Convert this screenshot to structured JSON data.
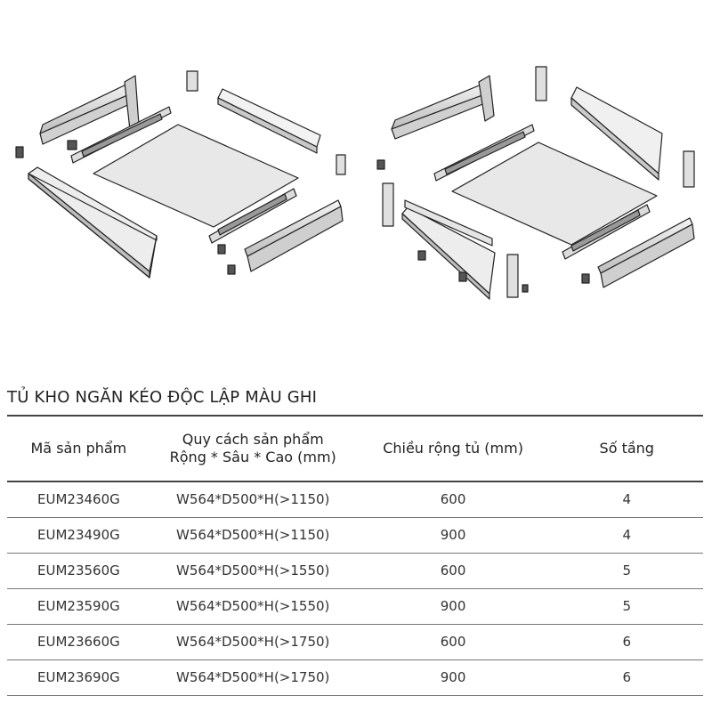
{
  "title": "TỦ KHO NGĂN KÉO ĐỘC LẬP MÀU GHI",
  "table": {
    "headers": {
      "code": "Mã sản phẩm",
      "spec_line1": "Quy cách sản phẩm",
      "spec_line2": "Rộng * Sâu * Cao (mm)",
      "width": "Chiều rộng tủ (mm)",
      "tiers": "Số tầng"
    },
    "rows": [
      {
        "code": "EUM23460G",
        "spec": "W564*D500*H(>1150)",
        "width": "600",
        "tiers": "4"
      },
      {
        "code": "EUM23490G",
        "spec": "W564*D500*H(>1150)",
        "width": "900",
        "tiers": "4"
      },
      {
        "code": "EUM23560G",
        "spec": "W564*D500*H(>1550)",
        "width": "600",
        "tiers": "5"
      },
      {
        "code": "EUM23590G",
        "spec": "W564*D500*H(>1550)",
        "width": "900",
        "tiers": "5"
      },
      {
        "code": "EUM23660G",
        "spec": "W564*D500*H(>1750)",
        "width": "600",
        "tiers": "6"
      },
      {
        "code": "EUM23690G",
        "spec": "W564*D500*H(>1750)",
        "width": "900",
        "tiers": "6"
      }
    ]
  }
}
